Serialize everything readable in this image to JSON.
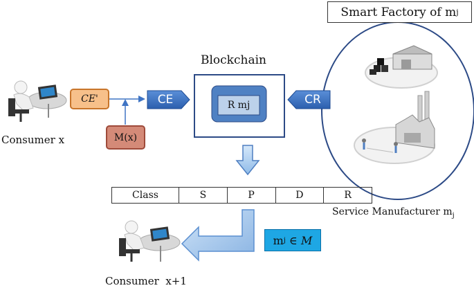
{
  "smart_factory_title": "Smart Factory of m",
  "smart_factory_sub": "j",
  "blockchain_label": "Blockchain",
  "rmj_label": "R mj",
  "ce_prime_label": "CE'",
  "ce_label": "CE",
  "cr_label": "CR",
  "mx_label": "M(x)",
  "consumer_x_label": "Consumer x",
  "consumer_x1_label": "Consumer  x+1",
  "service_manufacturer_label": "Service Manufacturer m",
  "service_manufacturer_sub": "j",
  "membership": {
    "m": "m",
    "sub": "j",
    "symbol": "∈",
    "set": "M"
  },
  "table_headers": [
    "Class",
    "S",
    "P",
    "D",
    "R"
  ],
  "colors": {
    "ce_prime_fill": "#f7c08a",
    "ce_prime_border": "#c8752a",
    "mx_fill": "#d48a78",
    "mx_border": "#9e4a3a",
    "arrow_blue": "#3f74c4",
    "arrow_light": "#a9cdf0",
    "membership_fill": "#1ea7e4",
    "rmj_outer": "#4f81c3",
    "rmj_inner": "#bcd1ea",
    "ellipse_border": "#2c4a86"
  }
}
